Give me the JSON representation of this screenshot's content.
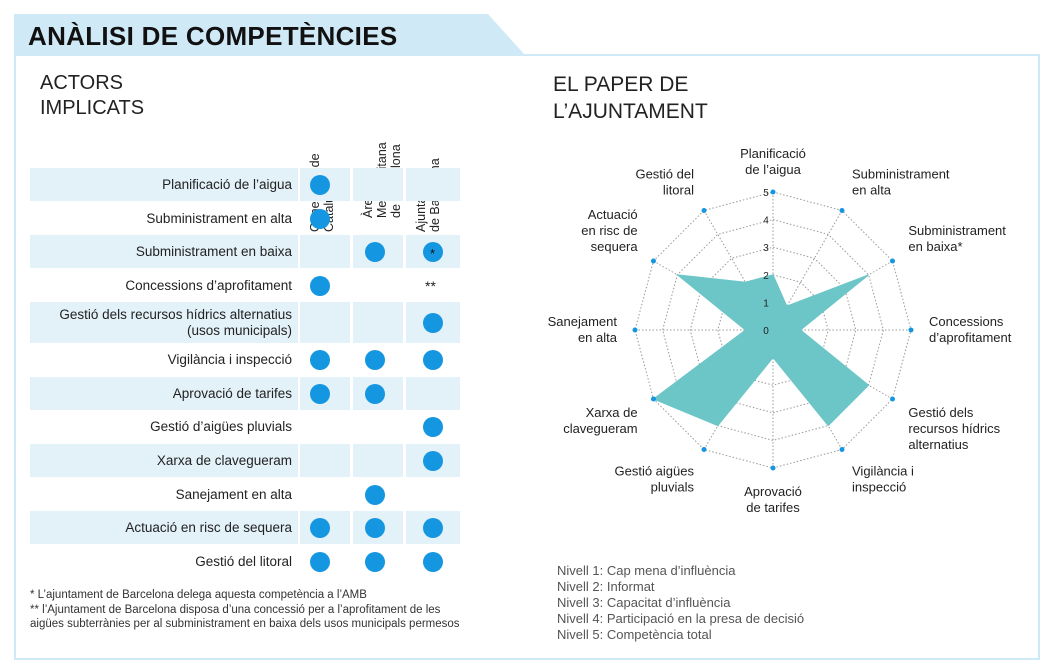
{
  "title": "ANÀLISI DE COMPETÈNCIES",
  "actors": {
    "title_line1": "ACTORS",
    "title_line2": "IMPLICATS",
    "columns": [
      "Generalitat de\nCatalunya",
      "Àrea\nMetropolitana\nde Barcelona",
      "Ajuntament\nde Barcelona"
    ],
    "rows": [
      {
        "label": "Planificació de l’aigua",
        "marks": [
          "dot",
          "",
          ""
        ]
      },
      {
        "label": "Subministrament en alta",
        "marks": [
          "dot",
          "",
          ""
        ]
      },
      {
        "label": "Subministrament en baixa",
        "marks": [
          "",
          "dot",
          "dot*"
        ]
      },
      {
        "label": "Concessions d’aprofitament",
        "marks": [
          "dot",
          "",
          "**"
        ]
      },
      {
        "label": "Gestió dels recursos hídrics alternatius (usos municipals)",
        "marks": [
          "",
          "",
          "dot"
        ]
      },
      {
        "label": "Vigilància i inspecció",
        "marks": [
          "dot",
          "dot",
          "dot"
        ]
      },
      {
        "label": "Aprovació de tarifes",
        "marks": [
          "dot",
          "dot",
          ""
        ]
      },
      {
        "label": "Gestió d’aigües pluvials",
        "marks": [
          "",
          "",
          "dot"
        ]
      },
      {
        "label": "Xarxa de  clavegueram",
        "marks": [
          "",
          "",
          "dot"
        ]
      },
      {
        "label": "Sanejament en alta",
        "marks": [
          "",
          "dot",
          ""
        ]
      },
      {
        "label": "Actuació en risc de sequera",
        "marks": [
          "dot",
          "dot",
          "dot"
        ]
      },
      {
        "label": "Gestió del litoral",
        "marks": [
          "dot",
          "dot",
          "dot"
        ]
      }
    ],
    "footnote1": "* L’ajuntament de Barcelona delega aquesta competència a l’AMB",
    "footnote2": "** l’Ajuntament de Barcelona disposa d’una concessió per a l’aprofitament de les aigües subterrànies per al subministrament en baixa dels usos municipals permesos"
  },
  "paper": {
    "title_line1": "EL PAPER DE",
    "title_line2": "L’AJUNTAMENT",
    "levels": [
      "Nivell 1: Cap mena d’influència",
      "Nivell 2: Informat",
      "Nivell 3: Capacitat d’influència",
      "Nivell 4: Participació en la presa de decisió",
      "Nivell 5: Competència total"
    ]
  },
  "chart_data": {
    "type": "radar",
    "categories": [
      "Planificació de l’aigua",
      "Subministrament en alta",
      "Subministrament en baixa*",
      "Concessions d’aprofitament",
      "Gestió dels recursos hídrics alternatius",
      "Vigilància i inspecció",
      "Aprovació de tarifes",
      "Gestió aigües pluvials",
      "Xarxa de clavegueram",
      "Sanejament en alta",
      "Actuació en risc de sequera",
      "Gestió del litoral"
    ],
    "label_lines": [
      [
        "Planificació",
        "de l’aigua"
      ],
      [
        "Subministrament",
        "en alta"
      ],
      [
        "Subministrament",
        "en baixa*"
      ],
      [
        "Concessions",
        "d’aprofitament"
      ],
      [
        "Gestió dels",
        "recursos hídrics",
        "alternatius"
      ],
      [
        "Vigilància i",
        "inspecció"
      ],
      [
        "Aprovació",
        "de tarifes"
      ],
      [
        "Gestió aigües",
        "pluvials"
      ],
      [
        "Xarxa de",
        "clavegueram"
      ],
      [
        "Sanejament",
        "en alta"
      ],
      [
        "Actuació",
        "en risc de",
        "sequera"
      ],
      [
        "Gestió del",
        "litoral"
      ]
    ],
    "values": [
      2,
      1,
      4,
      1,
      4,
      4,
      1,
      4,
      5,
      1,
      4,
      2
    ],
    "rlim": [
      0,
      5
    ],
    "ticks": [
      "0",
      "1",
      "2",
      "3",
      "4",
      "5"
    ],
    "colors": {
      "fill": "#6cc6c8",
      "grid": "#999999",
      "dot": "#1596e0"
    }
  }
}
